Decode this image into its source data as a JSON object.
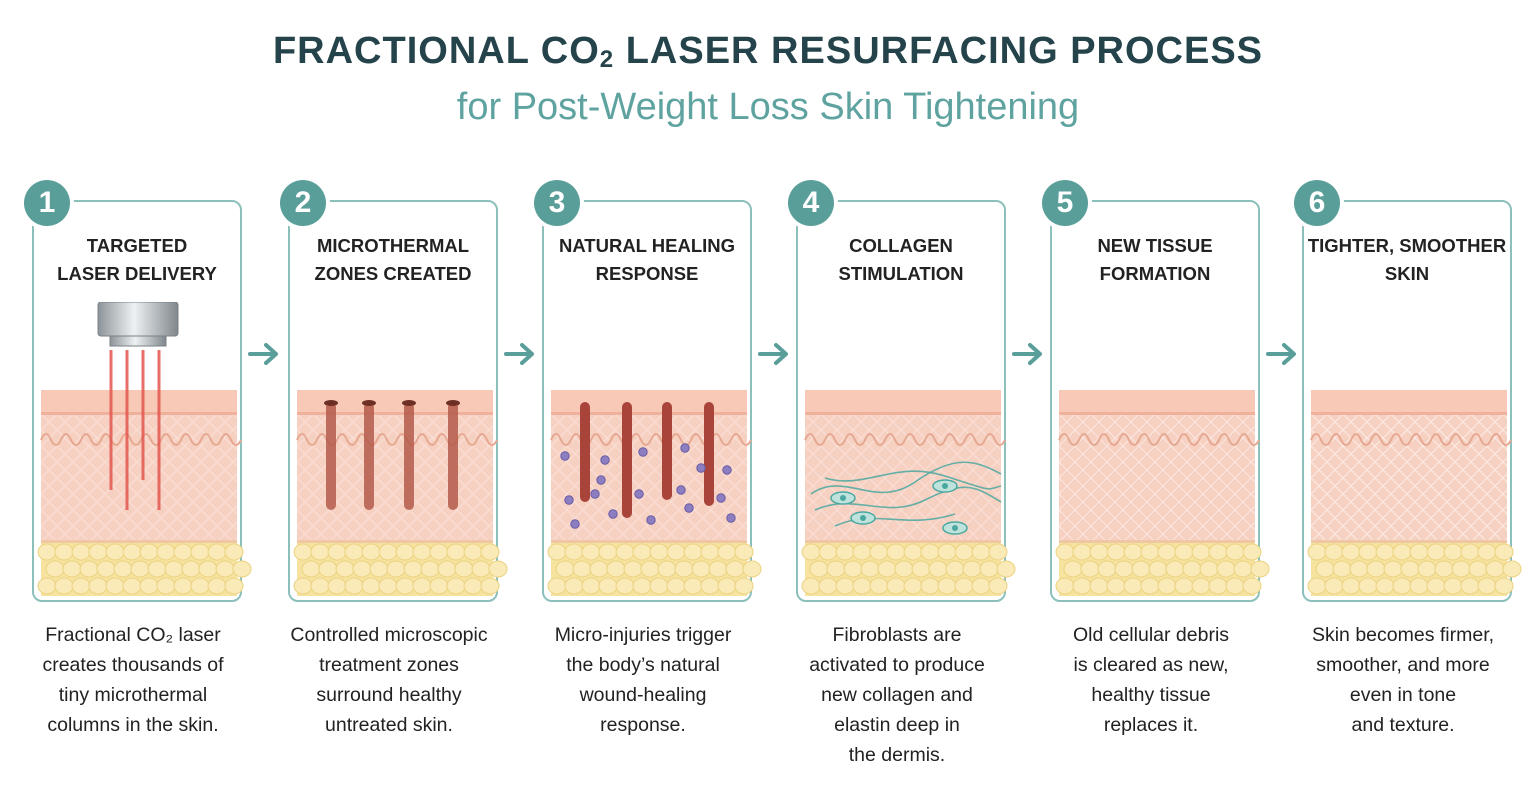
{
  "header": {
    "title_a": "FRACTIONAL CO",
    "title_sub": "2",
    "title_b": " LASER RESURFACING PROCESS",
    "subtitle": "for Post-Weight Loss Skin Tightening"
  },
  "colors": {
    "teal": "#5a9e9a",
    "teal_border": "#8cc0bb",
    "epidermis": "#f7c9b6",
    "dermis": "#f6d0c1",
    "fat": "#f6e3a0",
    "laser": "#e4564f",
    "column": "#b45a4a",
    "cell": "#8c7ec0",
    "fibroblast": "#4aa8a0"
  },
  "steps": [
    {
      "number": "1",
      "title": "TARGETED\nLASER DELIVERY",
      "description": "Fractional CO₂ laser\ncreates thousands of\ntiny microthermal\ncolumns in the skin.",
      "icon": "laser-handpiece-icon"
    },
    {
      "number": "2",
      "title": "MICROTHERMAL\nZONES CREATED",
      "description": "Controlled microscopic\ntreatment zones\nsurround healthy\nuntreated skin.",
      "icon": "microthermal-columns-icon"
    },
    {
      "number": "3",
      "title": "NATURAL HEALING\nRESPONSE",
      "description": "Micro-injuries trigger\nthe body’s natural\nwound-healing\nresponse.",
      "icon": "healing-cells-icon"
    },
    {
      "number": "4",
      "title": "COLLAGEN\nSTIMULATION",
      "description": "Fibroblasts are\nactivated to produce\nnew collagen and\nelastin deep in\nthe dermis.",
      "icon": "fibroblast-icon"
    },
    {
      "number": "5",
      "title": "NEW TISSUE\nFORMATION",
      "description": "Old cellular debris\nis cleared as new,\nhealthy tissue\nreplaces it.",
      "icon": "new-tissue-icon"
    },
    {
      "number": "6",
      "title": "TIGHTER, SMOOTHER\nSKIN",
      "description": "Skin becomes firmer,\nsmoother, and more\neven in tone\nand texture.",
      "icon": "smooth-skin-icon"
    }
  ]
}
